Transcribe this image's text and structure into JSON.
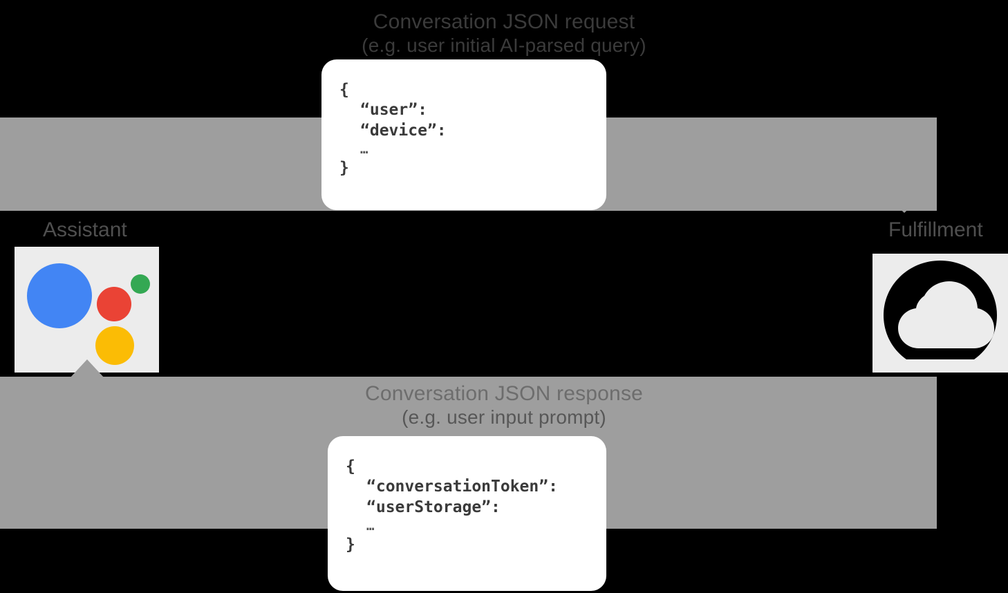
{
  "diagram": {
    "type": "sequence-flow",
    "title": "Google Assistant conversation request/response flow",
    "background_color": "#000000",
    "arrow_color": "#9e9e9e",
    "tile_color": "#ececec"
  },
  "flows": {
    "request": {
      "caption_line1": "Conversation JSON request",
      "caption_line2": "(e.g. user initial AI-parsed query)",
      "direction": "left-to-right",
      "json": {
        "open_brace": "{",
        "keys": [
          "“user”:",
          "“device”:"
        ],
        "ellipsis": "…",
        "close_brace": "}"
      }
    },
    "response": {
      "caption_line1": "Conversation JSON response",
      "caption_line2": "(e.g. user input prompt)",
      "direction": "right-to-left",
      "json": {
        "open_brace": "{",
        "keys": [
          "“conversationToken”:",
          "“userStorage”:"
        ],
        "ellipsis": "…",
        "close_brace": "}"
      }
    }
  },
  "nodes": {
    "assistant": {
      "label": "Assistant",
      "icon": "google-assistant-icon",
      "colors": {
        "blue": "#4285f4",
        "red": "#ea4335",
        "green": "#34a853",
        "yellow": "#fbbc05"
      }
    },
    "fulfillment": {
      "label": "Fulfillment",
      "icon": "cloud-functions-icon",
      "colors": {
        "shape": "#000000",
        "cloud": "#ececec"
      }
    }
  }
}
